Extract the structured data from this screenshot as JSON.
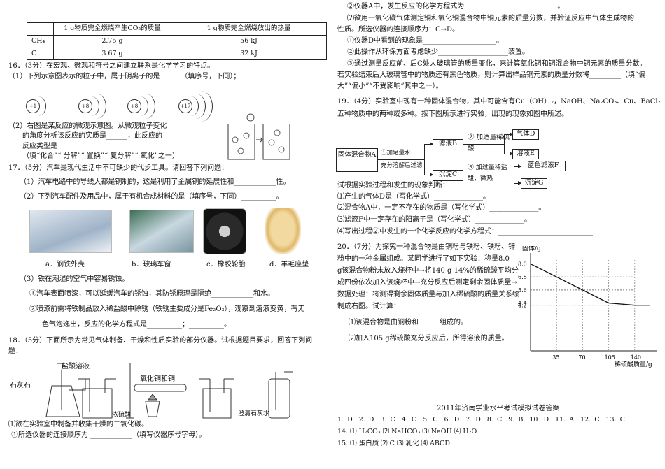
{
  "table": {
    "header": [
      "",
      "1 g物质完全燃烧产生CO₂的质量",
      "1 g物质完全燃烧放出的热量"
    ],
    "rows": [
      [
        "CH₄",
        "2.75 g",
        "56 kJ"
      ],
      [
        "C",
        "3.67 g",
        "32 kJ"
      ]
    ]
  },
  "q16": {
    "stem": "16．（3分）在宏观、微观和符号之间建立联系是化学学习的特点。",
    "p1": "（1）下列示意图表示的粒子中，属于阴离子的是______（填序号，下同）；",
    "atoms": [
      "+1",
      "+8",
      "+8",
      "+17"
    ],
    "p2a": "（2）右图是某反应的微观示意图。从微观粒子变化",
    "p2b": "的角度分析该反应的实质是______，此反应的",
    "p2c": "反应类型是______",
    "p2d": "（填“化合”“ 分解”“ 置换”“ 复分解”“ 氧化”之一）"
  },
  "q17": {
    "stem": "17．（5分）汽车是现代生活中不可缺少的代步工具。请回答下列问题：",
    "p1": "（1）汽车电路中的导线大都是铜制的，这是利用了金属铜的延展性和____________性。",
    "p2": "（2）下列汽车配件及用品中，属于有机合成材料的是（填序号，下同）__________。",
    "options": [
      "a．钢铁外壳",
      "b．玻璃车窗",
      "c．橡胶轮胎",
      "d．羊毛座垫"
    ],
    "p3": "（3）铁在潮湿的空气中容易锈蚀。",
    "p3a": "①汽车表面喷漆，可以延缓汽车的锈蚀，其防锈原理是隔绝____________和水。",
    "p3b": "②喷漆前需将铁制品放入稀盐酸中除锈（铁锈主要成分是Fe₂O₃），观察到溶液变黄，有无",
    "p3c": "色气泡逸出，反应的化学方程式是__________；__________。"
  },
  "q18": {
    "stem": "18．（5分）下面所示为常见气体制备、干燥和性质实验的部分仪器。试根据题目要求，回答下列问",
    "stem2": "题：",
    "labels": {
      "acid": "盐酸溶液",
      "lime": "石灰石",
      "cuo": "氧化铜和铜",
      "h2so4": "浓硫酸",
      "limewater": "澄清石灰水"
    },
    "p1": "⑴欲在实验室中制备并收集干燥的二氧化碳。",
    "p1a": "①所选仪器的连接顺序为 ____________（填写仪器序号字母）。",
    "p1b": "②仪器A中，发生反应的化学方程式为 __________________________。",
    "p2": "⑵欲用一氧化碳气体测定铜和氧化铜混合物中铜元素的质量分数，并验证反应中气体生成物的",
    "p2b": "性质。所选仪器的连接顺序为：C→D。",
    "p2c": "①仪器D中看到的现象是_____________________。",
    "p2d": "②此操作从环保方面考虑缺少____________________装置。",
    "p2e": "③通过测量反应前、后C处大玻璃管的质量变化，来计算氧化铜和铜混合物中铜元素的质量分数。",
    "p2f": "若实验结束后大玻璃管中的物质还有黑色物质，则计算出样品铜元素的质量分数将_________（填“偏",
    "p2g": "大”“偏小”“不受影响”其中之一）。"
  },
  "q19": {
    "stem": "19．（4分）实验室中现有一种固体混合物，其中可能含有Cu（OH）₂，NaOH、Na₂CO₃、Cu、BaCl₂",
    "stem2": "五种物质中的两种或多种。按下图所示进行实验，出现的现象如图中所述。",
    "flow": {
      "a": "固体混合物A",
      "step1a": "①加足量水",
      "step1b": "充分溶解后过滤",
      "b": "滤液B",
      "step2a": "② 加适量稀硫",
      "step2b": "酸",
      "d": "气体D",
      "e": "溶液E",
      "c": "沉淀C",
      "step3a": "③ 加过量稀盐",
      "step3b": "酸，微热",
      "f": "蓝色滤液F",
      "g": "沉淀G"
    },
    "p0": "试根据实验过程和发生的现象判断：",
    "q1": "⑴产生的气体D是（写化学式）______________。",
    "q2": "⑵混合物A中，一定不存在的物质是（写化学式）______________。",
    "q3": "⑶滤液F中一定存在的阳离子是（写化学式）______________。",
    "q4": "⑷写出过程②中发生的一个化学反应的化学方程式：___________________________"
  },
  "q20": {
    "l1": "20．（7分）为探究一种混合物是由铜粉与铁粉、铁粉、锌",
    "l2": "粉中的一种金属组成。某同学进行了如下实验：称量8.0",
    "l3": "g该混合物粉末放入烧杯中→将140 g 14%的稀硫酸平均分",
    "l4": "成四份依次加入该烧杯中→充分反应后测定剩余固体质量→",
    "l5": "数据处理：将测得剩余固体质量与加入稀硫酸的质量关系绘",
    "l6": "制成右图。试计算：",
    "q1": "⑴该混合物是由铜粉和______组成的。",
    "q2": "⑵加入105 g稀硫酸充分反应后，所得溶液的质量。"
  },
  "chart_data": {
    "type": "line",
    "ylabel": "固体/g",
    "xlabel": "稀硫酸质量/g",
    "y_ticks": [
      "8.0",
      "6.8",
      "5.6",
      "4.4",
      "4.2"
    ],
    "x_ticks": [
      "35",
      "70",
      "105",
      "140"
    ],
    "x": [
      0,
      35,
      70,
      105,
      140
    ],
    "y": [
      8.0,
      6.8,
      5.6,
      4.4,
      4.2
    ]
  },
  "answers": {
    "title": "2011年济南学业水平考试模拟试卷答案",
    "row1": [
      "1. D",
      "2. D",
      "3. C",
      "4. C",
      "5. C",
      "6. D",
      "7. D",
      "8. C",
      "9. B",
      "10. D",
      "11. A",
      "12. C",
      "13. C"
    ],
    "row2": "14. ⑴ H₂CO₃ ⑵ NaHCO₃ ⑶ NaOH ⑷ H₂O",
    "row3": "15. ⑴ 蛋白质  ⑵ C  ⑶ 乳化  ⑷ ABCD"
  }
}
